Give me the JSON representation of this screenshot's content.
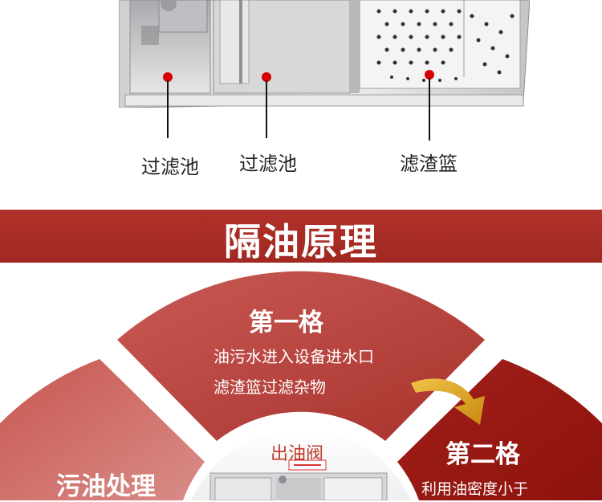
{
  "product": {
    "callouts": [
      {
        "label": "过滤池"
      },
      {
        "label": "过滤池"
      },
      {
        "label": "滤渣篮"
      }
    ]
  },
  "banner": {
    "title": "隔油原理"
  },
  "diagram": {
    "center_label": "出油阀",
    "segments": [
      {
        "title": "第一格",
        "lines": [
          "油污水进入设备进水口",
          "滤渣篮过滤杂物"
        ]
      },
      {
        "title": "第二格",
        "lines": [
          "利用油密度小于"
        ]
      },
      {
        "title": "污油处理",
        "lines": []
      }
    ]
  },
  "colors": {
    "banner": "#a82c25",
    "accent_red": "#d60000",
    "arrow": "#d9a21b"
  }
}
